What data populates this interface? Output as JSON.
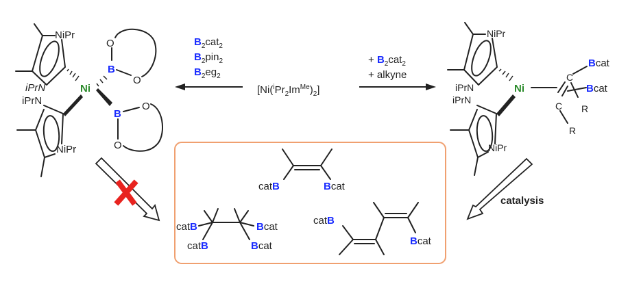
{
  "left_complex": {
    "metal": "Ni",
    "n_labels": [
      "NiPr",
      "iPrN",
      "iPrN",
      "NiPr"
    ],
    "boron": "B",
    "oxygen": "O"
  },
  "left_reagents": [
    {
      "b": "B",
      "sub": "2",
      "rest": "cat",
      "sub2": "2"
    },
    {
      "b": "B",
      "sub": "2",
      "rest": "pin",
      "sub2": "2"
    },
    {
      "b": "B",
      "sub": "2",
      "rest": "eg",
      "sub2": "2"
    }
  ],
  "center_compound": {
    "pre": "[Ni(",
    "sup": "i",
    "mid": "Pr",
    "sub": "2",
    "im": "Im",
    "sup2": "Me",
    "close": ")",
    "sub2": "2",
    "end": "]"
  },
  "right_reagents": {
    "line1": {
      "plus": "+ ",
      "b": "B",
      "sub": "2",
      "rest": "cat",
      "sub2": "2"
    },
    "line2": "+ alkyne"
  },
  "right_complex": {
    "metal": "Ni",
    "n_labels": [
      "NiPr",
      "iPrN",
      "iPrN",
      "NiPr"
    ],
    "carbon": "C",
    "bcat_b": "B",
    "bcat_rest": "cat",
    "r": "R"
  },
  "catalysis_label": "catalysis",
  "products": {
    "cat": "cat",
    "b": "B"
  },
  "colors": {
    "boron": "#1a2cff",
    "nickel": "#2a8a2a",
    "box": "#f0a070",
    "cross": "#e8231f"
  }
}
